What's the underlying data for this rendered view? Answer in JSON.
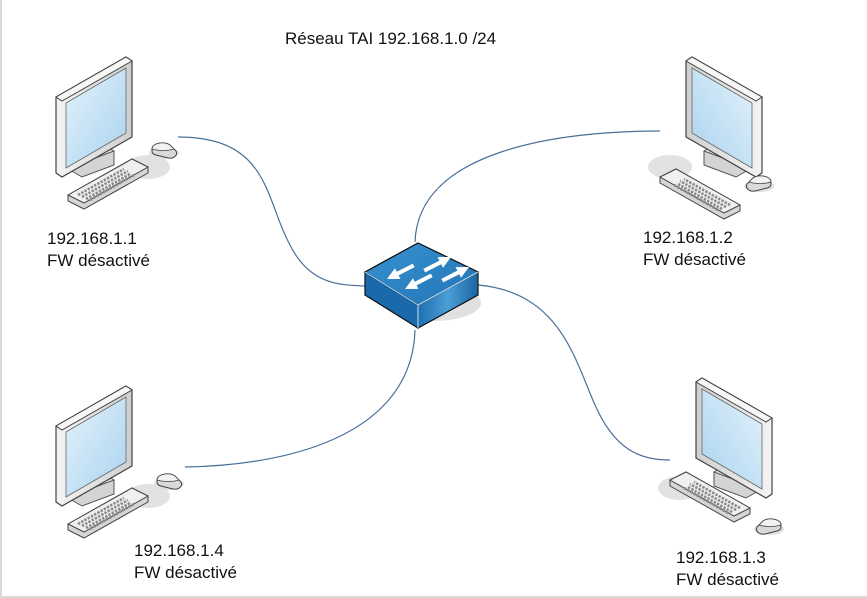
{
  "diagram": {
    "title": "Réseau TAI 192.168.1.0 /24",
    "colors": {
      "link": "#4a6f9a",
      "switch_top": "#2e86c8",
      "switch_side": "#1a6aab",
      "screen": "#c6e2f5",
      "device_body": "#e6e6e6"
    },
    "switch": {
      "icon": "network-switch-icon"
    },
    "hosts": [
      {
        "ip": "192.168.1.1",
        "status": "FW désactivé",
        "icon": "desktop-computer-icon"
      },
      {
        "ip": "192.168.1.2",
        "status": "FW désactivé",
        "icon": "desktop-computer-icon"
      },
      {
        "ip": "192.168.1.3",
        "status": "FW désactivé",
        "icon": "desktop-computer-icon"
      },
      {
        "ip": "192.168.1.4",
        "status": "FW désactivé",
        "icon": "desktop-computer-icon"
      }
    ]
  }
}
